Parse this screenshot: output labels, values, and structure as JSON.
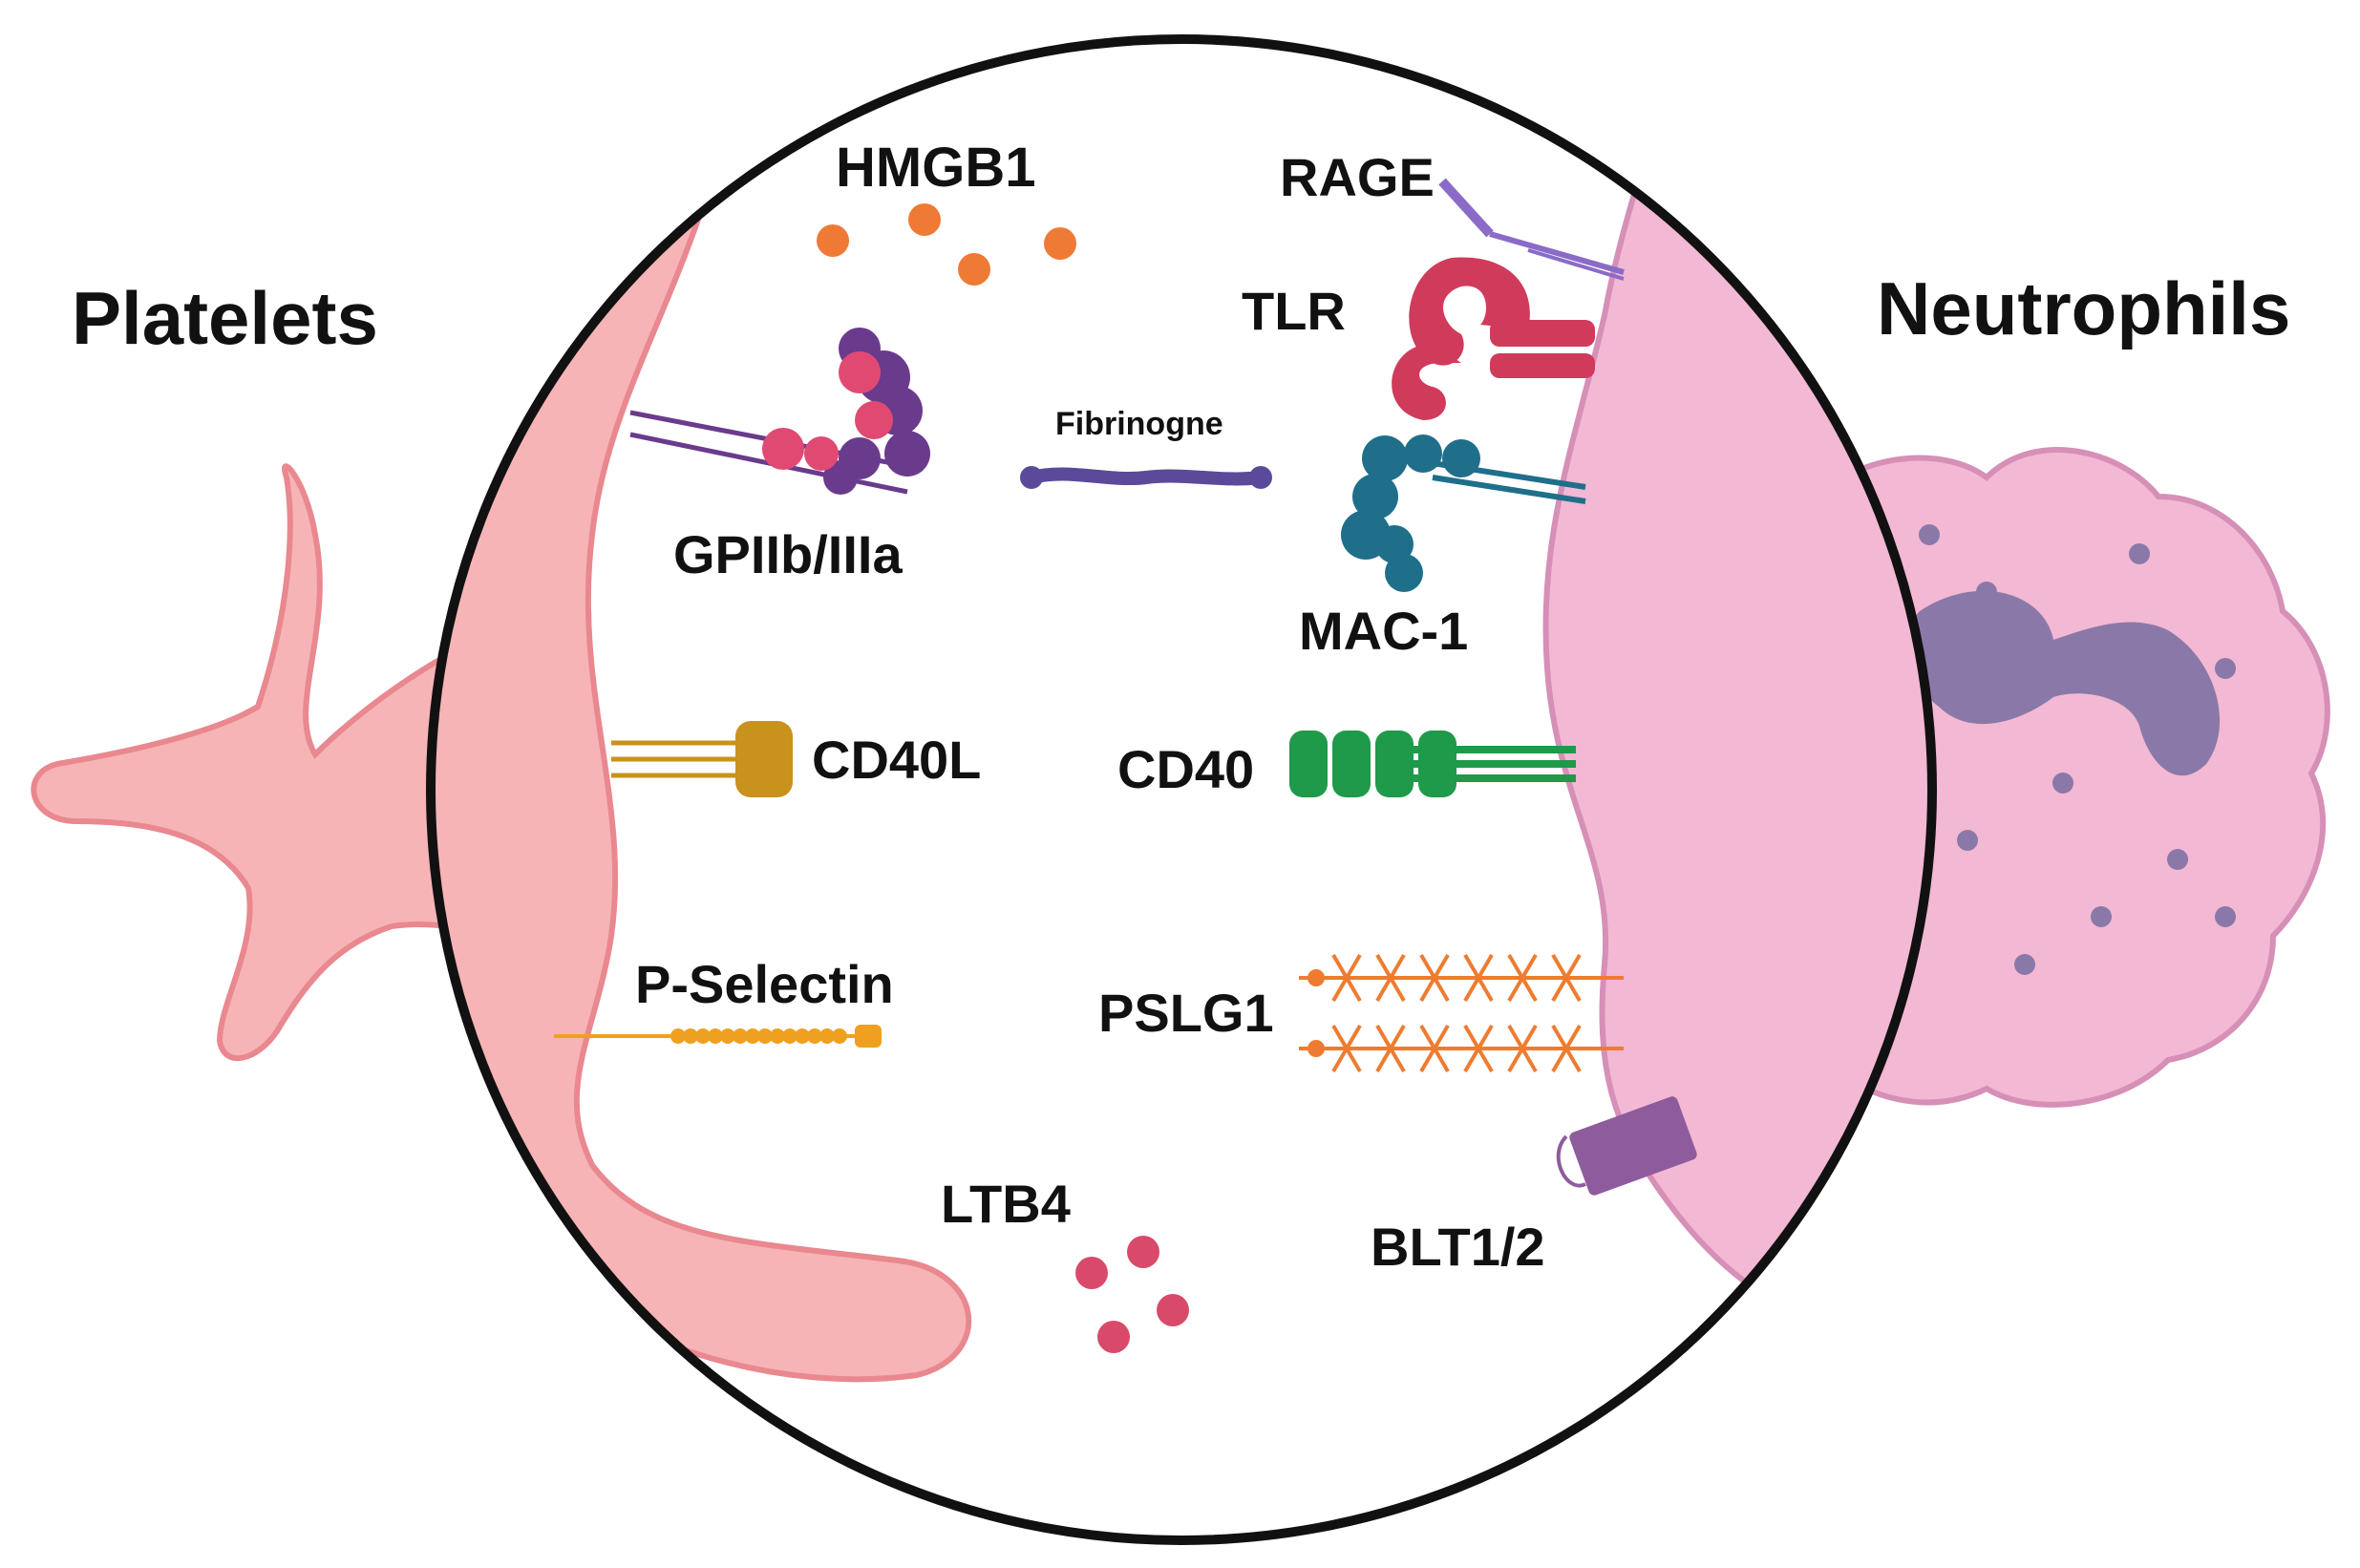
{
  "labels": {
    "platelets": "Platelets",
    "neutrophils": "Neutrophils",
    "hmgb1": "HMGB1",
    "rage": "RAGE",
    "tlr": "TLR",
    "gpiib_iiia": "GPIIb/IIIa",
    "fibrinogen": "Fibrinogne",
    "mac1": "MAC-1",
    "cd40l": "CD40L",
    "cd40": "CD40",
    "p_selectin": "P-Selectin",
    "pslg1": "PSLG1",
    "ltb4": "LTB4",
    "blt12": "BLT1/2"
  },
  "colors": {
    "platelet": "#f6b4b6",
    "platelet_edge": "#e9888f",
    "neutrophil": "#f3b8d3",
    "neutrophil_edge": "#d68fb6",
    "nucleus": "#8a79a8",
    "hmgb1": "#ef7a36",
    "ltb4": "#d94a6a",
    "gpiib_iiia": "#6a3b8c",
    "gpiib_iiia_accent": "#e04a72",
    "fibrinogen": "#5b4a9a",
    "rage": "#8a6bc7",
    "tlr": "#d03b5c",
    "mac1": "#1f6f8b",
    "cd40l": "#c9921d",
    "cd40": "#1e9a4a",
    "p_selectin": "#f0a020",
    "pslg1": "#ee7c30",
    "blt12": "#8e5c9c",
    "circle": "#111111"
  },
  "icons": [
    "platelet-cell",
    "neutrophil-cell",
    "receptor-shapes",
    "molecule-dots"
  ]
}
